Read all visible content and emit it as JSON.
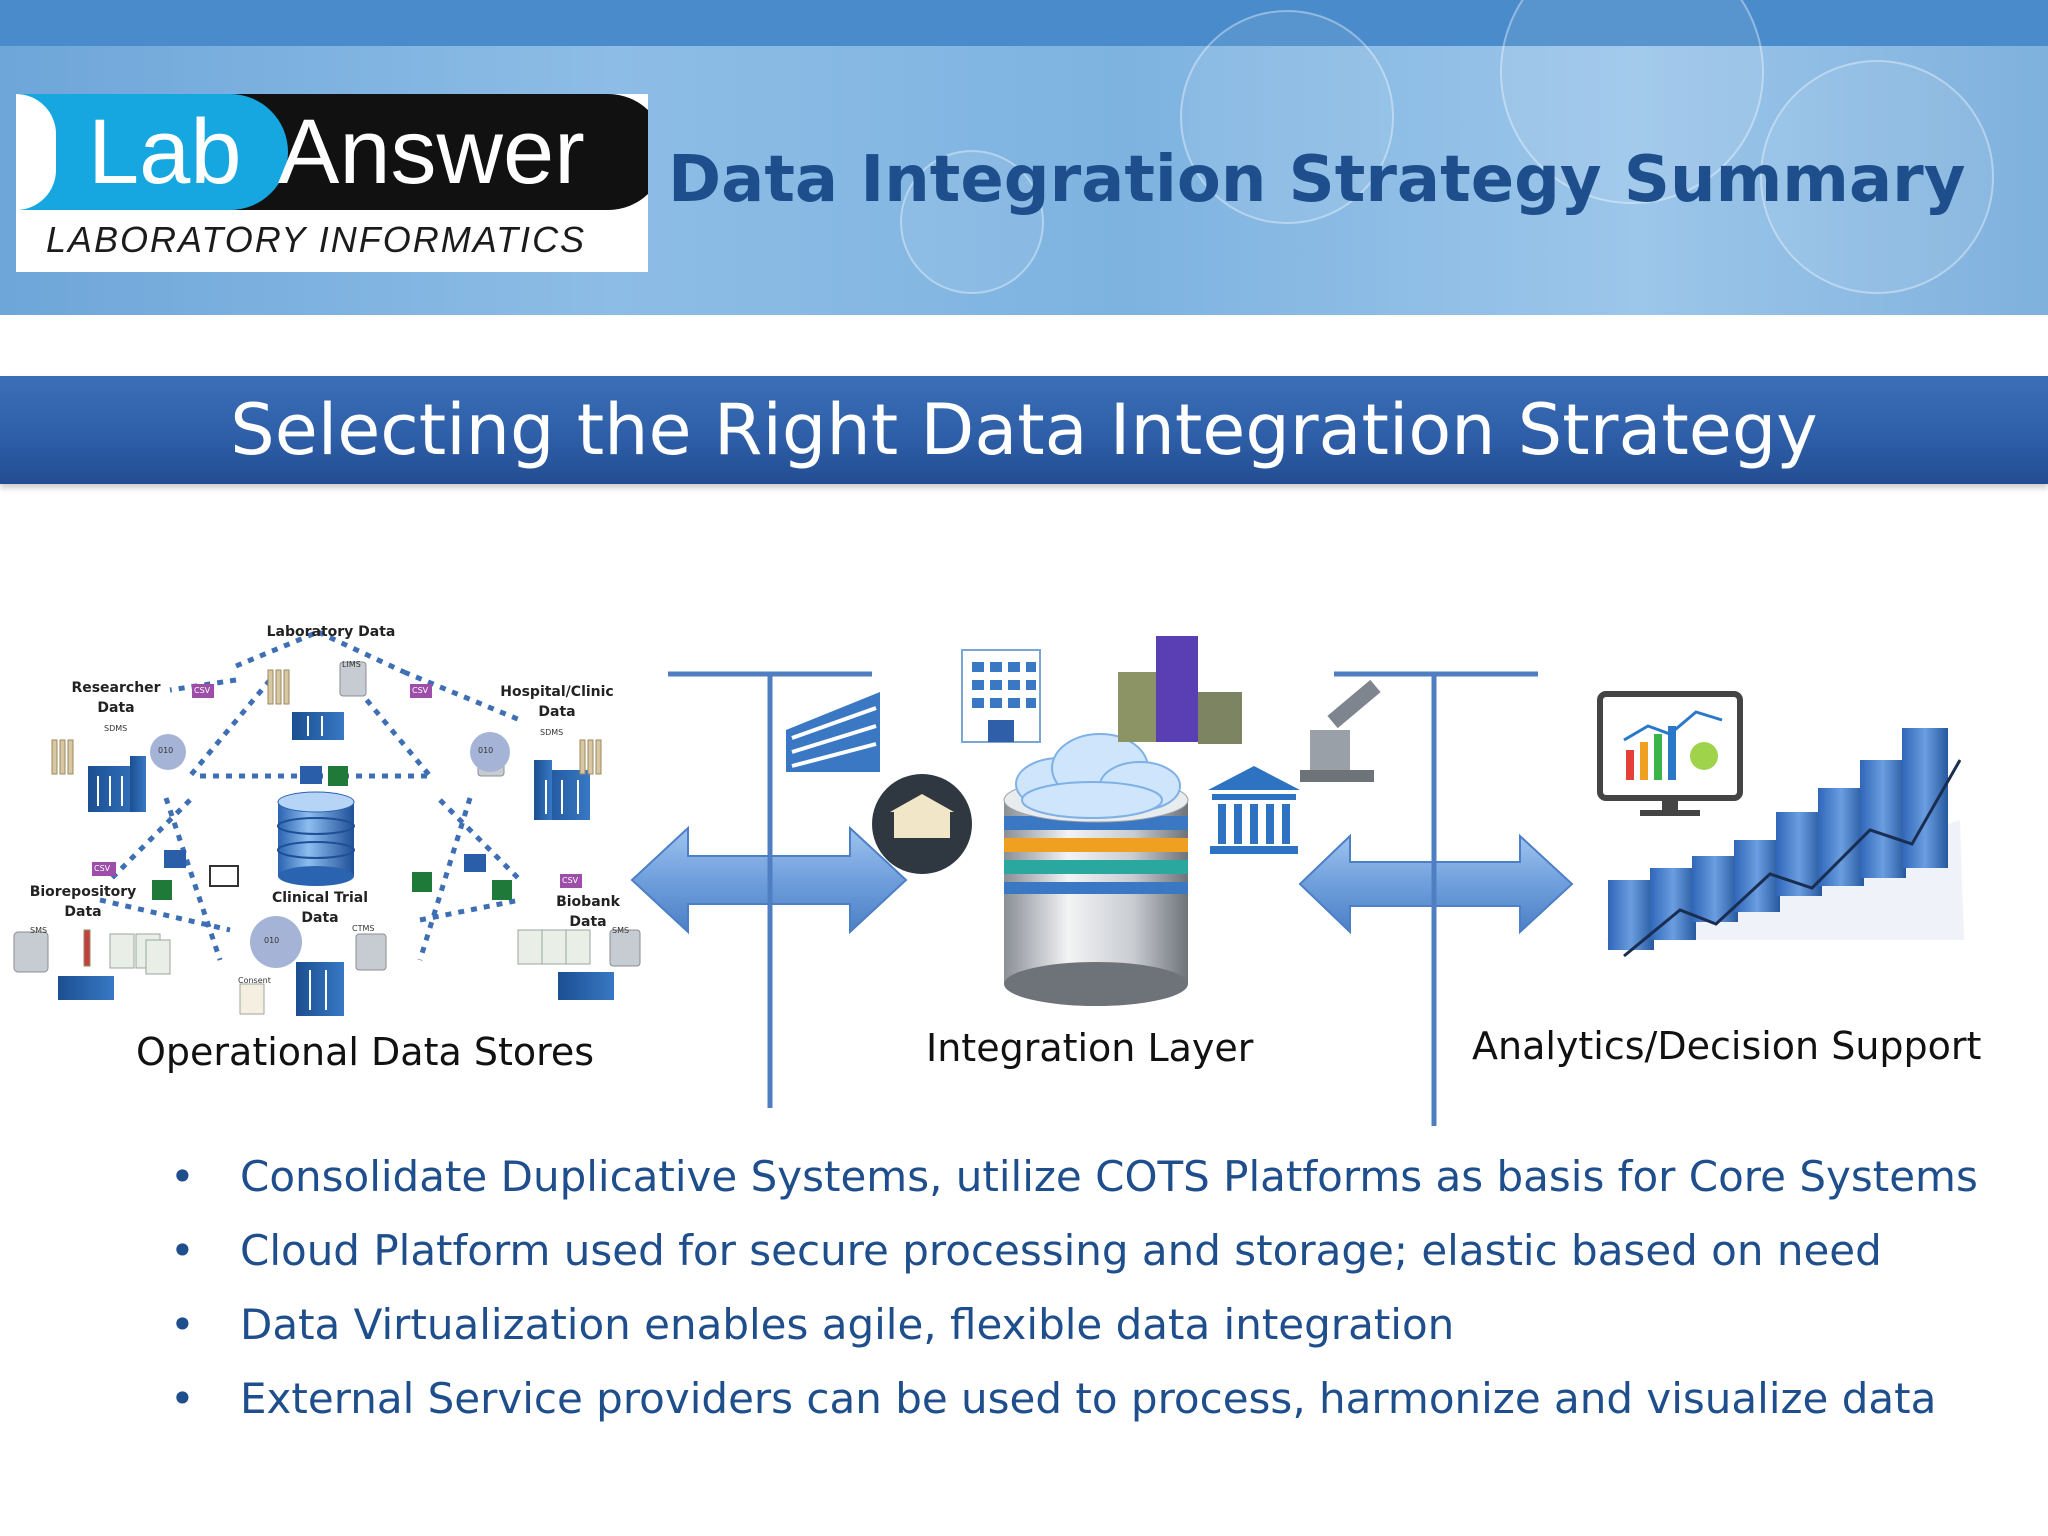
{
  "header": {
    "logo_lab": "Lab",
    "logo_answer": "Answer",
    "logo_subtitle": "LABORATORY INFORMATICS",
    "title": "Data Integration Strategy Summary"
  },
  "subtitle": "Selecting the Right Data Integration Strategy",
  "diagram": {
    "operational": {
      "label": "Operational Data Stores",
      "nodes": {
        "laboratory": "Laboratory Data",
        "researcher_l1": "Researcher",
        "researcher_l2": "Data",
        "hospital_l1": "Hospital/Clinic",
        "hospital_l2": "Data",
        "biorepository_l1": "Biorepository",
        "biorepository_l2": "Data",
        "clinical_l1": "Clinical Trial",
        "clinical_l2": "Data",
        "biobank_l1": "Biobank",
        "biobank_l2": "Data"
      },
      "tags": {
        "csv": "CSV",
        "lims": "LIMS",
        "sdms": "SDMS",
        "sms": "SMS",
        "ctms": "CTMS",
        "consent": "Consent",
        "binary": "010"
      }
    },
    "integration_label": "Integration Layer",
    "analytics_label": "Analytics/Decision Support"
  },
  "bullets": [
    "Consolidate Duplicative Systems, utilize COTS Platforms as basis for Core Systems",
    "Cloud Platform used for secure processing and storage; elastic based on need",
    "Data Virtualization enables agile, flexible data integration",
    "External Service providers can be used to process, harmonize and visualize data"
  ],
  "bullet_symbol": "•",
  "colors": {
    "title": "#1f4e8c",
    "band": "#2e5fa8",
    "arrow": "#6f9fdc",
    "logo_blue": "#16a7e0",
    "building_blue": "#1f5a9e",
    "cylinder_orange": "#f0a020",
    "cylinder_blue": "#3a78c4",
    "cylinder_teal": "#2aa8a0"
  }
}
